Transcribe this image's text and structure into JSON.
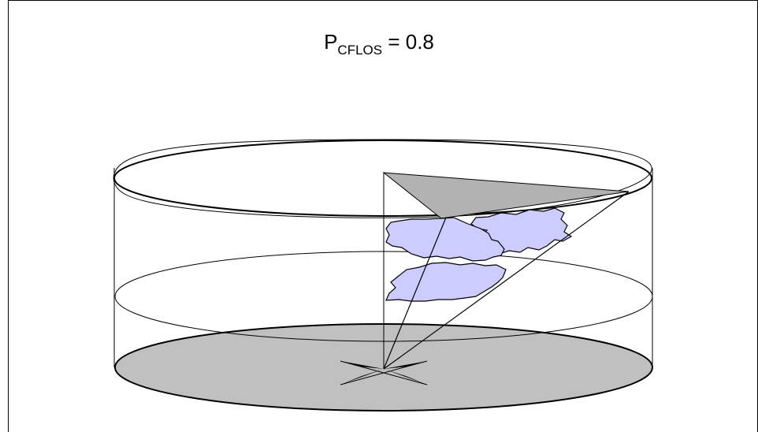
{
  "title": {
    "symbol": "P",
    "subscript": "CFLOS",
    "equals": " = ",
    "value": "0.8"
  },
  "colors": {
    "ground": "#c0c0c0",
    "cloud": "#ccccff",
    "viewing_sector": "#b2b2b2",
    "line": "#000000",
    "background": "#ffffff"
  },
  "icons": {
    "observer": "observer-star-icon"
  }
}
